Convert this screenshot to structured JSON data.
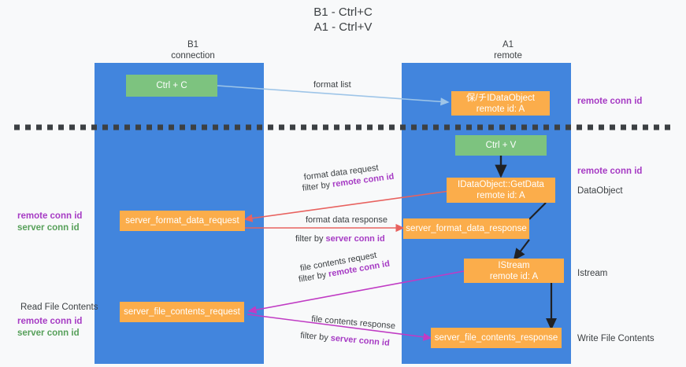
{
  "title": "B1 - Ctrl+C\nA1 - Ctrl+V",
  "columns": [
    {
      "name": "b1",
      "label": "B1\nconnection"
    },
    {
      "name": "a1",
      "label": "A1\nremote"
    }
  ],
  "colors": {
    "lane": "#4285dd",
    "green_box": "#7dc37f",
    "orange_box": "#fbad4b",
    "purple_text": "#a63bc4",
    "green_text": "#57a05a",
    "arrow_format_list": "#9ec5e8",
    "arrow_ctrl_v": "#202124",
    "arrow_format_data": "#e8625f",
    "arrow_file_contents": "#c03bc4",
    "divider": "#3c4043",
    "background": "#f8f9fa"
  },
  "nodes": [
    {
      "name": "ctrl-c-box",
      "label": "Ctrl + C",
      "style": "green"
    },
    {
      "name": "save-idataobject-box",
      "label": "保/チIDataObject\nremote id: A",
      "style": "orange"
    },
    {
      "name": "ctrl-v-box",
      "label": "Ctrl + V",
      "style": "green"
    },
    {
      "name": "idataobject-getdata-box",
      "label": "IDataObject::GetData\nremote id: A",
      "style": "orange"
    },
    {
      "name": "server-format-data-request-box",
      "label": "server_format_data_request",
      "style": "orange"
    },
    {
      "name": "server-format-data-response-box",
      "label": "server_format_data_response",
      "style": "orange"
    },
    {
      "name": "istream-box",
      "label": "IStream\nremote id: A",
      "style": "orange"
    },
    {
      "name": "server-file-contents-request-box",
      "label": "server_file_contents_request",
      "style": "orange"
    },
    {
      "name": "server-file-contents-response-box",
      "label": "server_file_contents_response",
      "style": "orange"
    }
  ],
  "edge_labels": {
    "format_list": "format list",
    "format_data_request": "format data request",
    "format_data_request_filter_prefix": "filter by ",
    "format_data_request_filter_key": "remote conn id",
    "format_data_response": "format data response",
    "format_data_response_filter_prefix": "filter by ",
    "format_data_response_filter_key": "server conn id",
    "file_contents_request": "file contents request",
    "file_contents_request_filter_prefix": "filter by ",
    "file_contents_request_filter_key": "remote conn id",
    "file_contents_response": "file contents response",
    "file_contents_response_filter_prefix": "filter by ",
    "file_contents_response_filter_key": "server conn id"
  },
  "annotations": {
    "right_remote_conn_id_top": "remote conn id",
    "right_remote_conn_id_mid": "remote conn id",
    "right_dataobject": "DataObject",
    "right_istream": "Istream",
    "right_write_file_contents": "Write File Contents",
    "left_remote_conn_id_mid": "remote conn id",
    "left_server_conn_id_mid": "server conn id",
    "left_read_file_contents": "Read File Contents",
    "left_remote_conn_id_bottom": "remote conn id",
    "left_server_conn_id_bottom": "server conn id"
  }
}
